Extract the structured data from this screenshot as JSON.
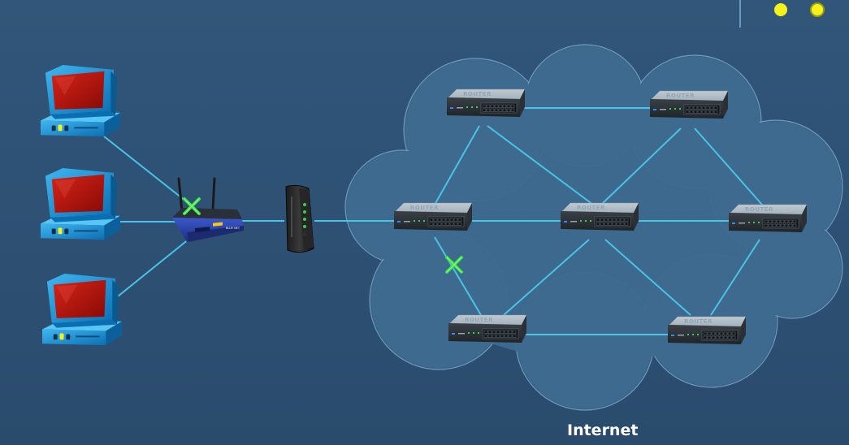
{
  "network": {
    "cloud_label": "Internet",
    "router_label": "ROUTER",
    "colors": {
      "background": "#2f5276",
      "link": "#49c4e6",
      "cloud_fill": "#3d6a8e",
      "cloud_stroke": "#7aa9c9",
      "failure_marker": "#35e04a",
      "indicator": "#f4f21a",
      "monitor_screen": "#c0140e",
      "monitor_body": "#1a8fd6"
    },
    "computers": [
      {
        "name": "computer-1"
      },
      {
        "name": "computer-2"
      },
      {
        "name": "computer-3"
      }
    ],
    "wireless_router": {
      "name": "wireless-router",
      "icon": "wireless-router-icon"
    },
    "modem": {
      "name": "modem",
      "icon": "modem-icon"
    },
    "routers": [
      {
        "name": "router-top-left"
      },
      {
        "name": "router-top-right"
      },
      {
        "name": "router-mid-left"
      },
      {
        "name": "router-center"
      },
      {
        "name": "router-mid-right"
      },
      {
        "name": "router-bottom-left"
      },
      {
        "name": "router-bottom-right"
      }
    ],
    "indicators": [
      {
        "name": "status-dot-1"
      },
      {
        "name": "status-dot-2"
      }
    ]
  }
}
